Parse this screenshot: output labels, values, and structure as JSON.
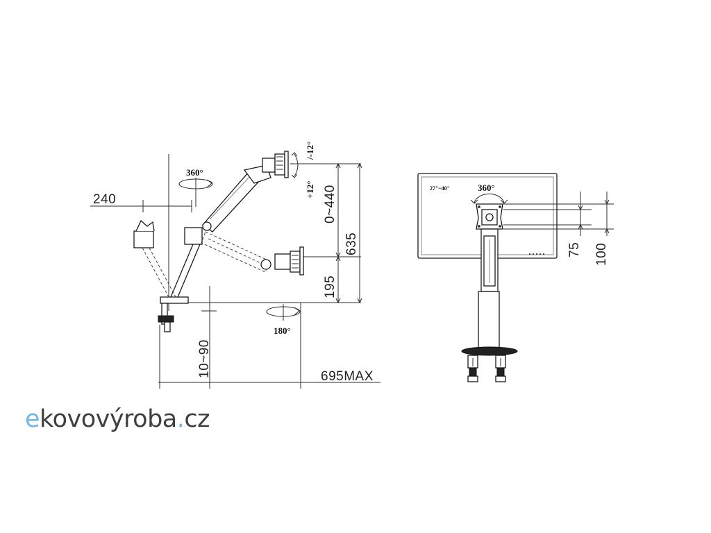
{
  "side_view": {
    "dims": {
      "reach_min": "240",
      "height_range": "0~440",
      "height_total": "635",
      "base_height": "195",
      "clamp_thickness": "10~90",
      "reach_max": "695MAX"
    },
    "angles": {
      "swivel": "360°",
      "rotate_bottom": "180°",
      "tilt_up": "+12°",
      "tilt_down": "/-12°"
    }
  },
  "front_view": {
    "screen_size": "27\"~40\"",
    "rotation": "360°",
    "vesa_small": "75",
    "vesa_large": "100"
  },
  "logo": {
    "accent_letter": "e",
    "name": "kovovýroba",
    "dot": ".",
    "tld": "cz",
    "colors": {
      "accent": "#72b7e3",
      "text": "#3f3f3f"
    }
  }
}
